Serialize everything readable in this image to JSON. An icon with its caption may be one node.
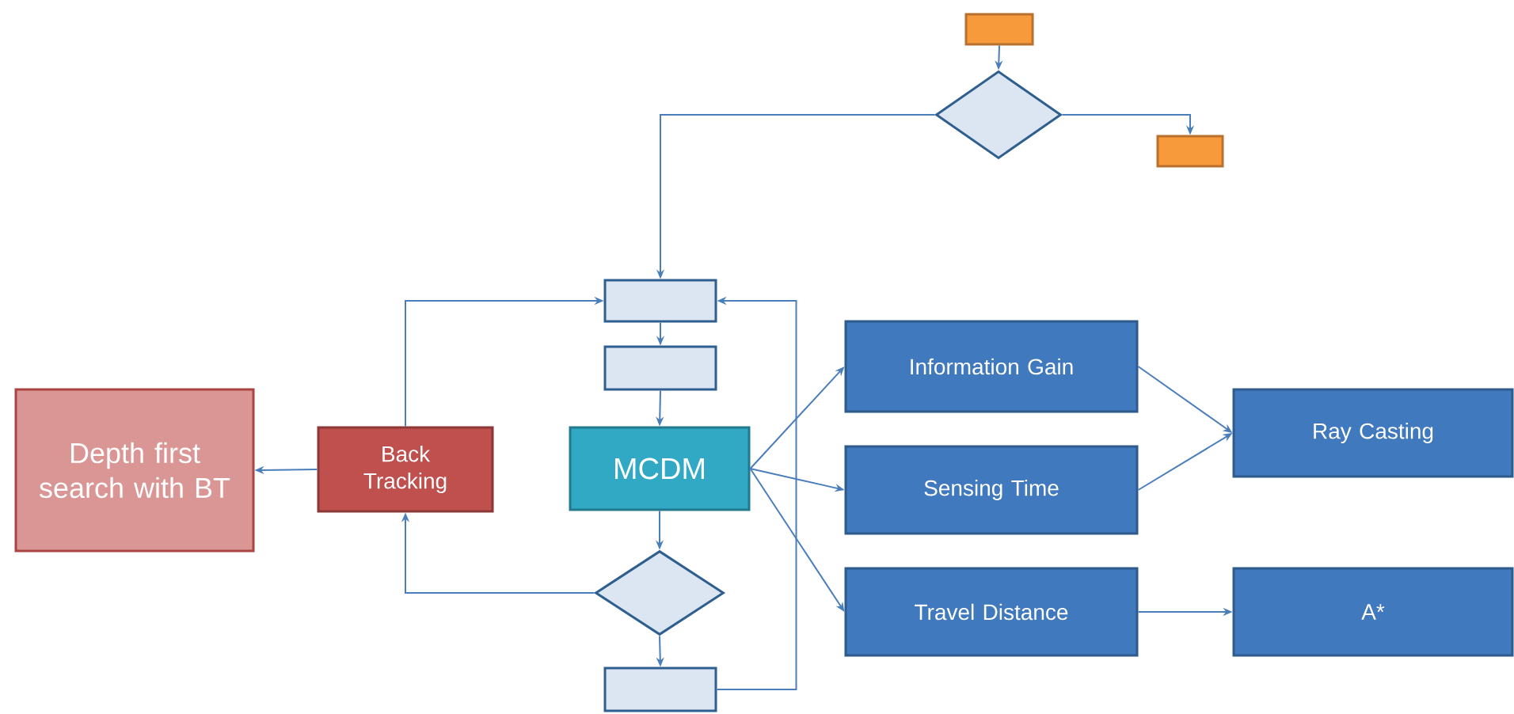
{
  "diagram": {
    "nodes": [
      {
        "text": [],
        "shape": "box"
      },
      {
        "text": [],
        "shape": "diamond"
      },
      {
        "text": [],
        "shape": "box"
      },
      {
        "text": [],
        "shape": "box"
      },
      {
        "text": [],
        "shape": "box"
      },
      {
        "text": [
          "Depth first search with BT"
        ]
      },
      {
        "text": [
          "Back Tracking"
        ]
      },
      {
        "text": [
          "MCDM"
        ]
      },
      {
        "text": [
          "Information Gain"
        ]
      },
      {
        "text": [
          "Ray Casting"
        ]
      },
      {
        "text": [
          "Sensing Time"
        ]
      },
      {
        "text": [],
        "shape": "diamond"
      },
      {
        "text": [
          "Travel Distance"
        ]
      },
      {
        "text": [
          "A*"
        ]
      },
      {
        "text": [],
        "shape": "box"
      }
    ],
    "edges": [
      {
        "from": 0,
        "to": 1,
        "arrow": "to"
      },
      {
        "from": 1,
        "to": 3,
        "arrow": "to"
      },
      {
        "from": 1,
        "to": 2,
        "arrow": "to"
      },
      {
        "from": 3,
        "to": 4,
        "arrow": "to"
      },
      {
        "from": 4,
        "to": 7,
        "arrow": "to"
      },
      {
        "from": 7,
        "to": 8,
        "arrow": "to"
      },
      {
        "from": 7,
        "to": 10,
        "arrow": "to"
      },
      {
        "from": 7,
        "to": 12,
        "arrow": "to"
      },
      {
        "from": 8,
        "to": 9,
        "arrow": "to"
      },
      {
        "from": 10,
        "to": 9,
        "arrow": "to"
      },
      {
        "from": 12,
        "to": 13,
        "arrow": "to"
      },
      {
        "from": 7,
        "to": 11,
        "arrow": "to"
      },
      {
        "from": 11,
        "to": 6,
        "arrow": "to"
      },
      {
        "from": 11,
        "to": 14,
        "arrow": "to"
      },
      {
        "from": 14,
        "to": 3,
        "arrow": "to"
      },
      {
        "from": 6,
        "to": 3,
        "arrow": "to"
      },
      {
        "from": 6,
        "to": 5,
        "arrow": "to"
      }
    ]
  }
}
